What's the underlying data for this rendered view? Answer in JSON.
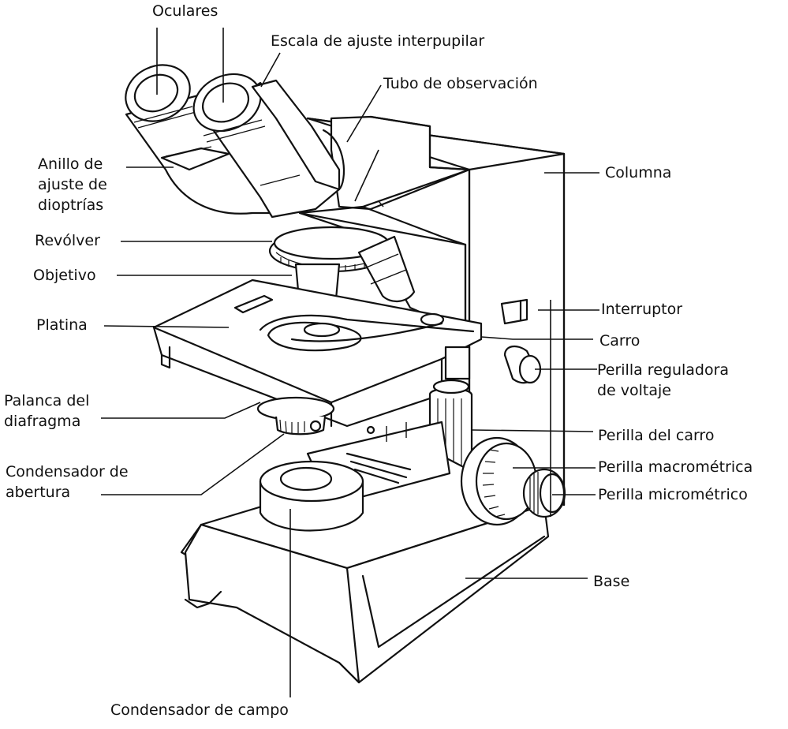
{
  "diagram": {
    "subject": "Microscopio óptico compuesto",
    "ink_color": "#111111",
    "background_color": "#ffffff",
    "labels": {
      "oculares": "Oculares",
      "escala_interpupilar": "Escala de ajuste interpupilar",
      "tubo_observacion": "Tubo de observación",
      "anillo_dioptrias": "Anillo de\najuste de\ndioptrías",
      "columna": "Columna",
      "revolver": "Revólver",
      "objetivo": "Objetivo",
      "platina": "Platina",
      "interruptor": "Interruptor",
      "carro": "Carro",
      "perilla_voltaje": "Perilla reguladora\nde voltaje",
      "palanca_diafragma": "Palanca del\ndiafragma",
      "perilla_carro": "Perilla del carro",
      "condensador_abertura": "Condensador de\nabertura",
      "perilla_macrometrica": "Perilla macrométrica",
      "perilla_micrometrica": "Perilla micrométrico",
      "base": "Base",
      "condensador_campo": "Condensador de campo"
    }
  }
}
